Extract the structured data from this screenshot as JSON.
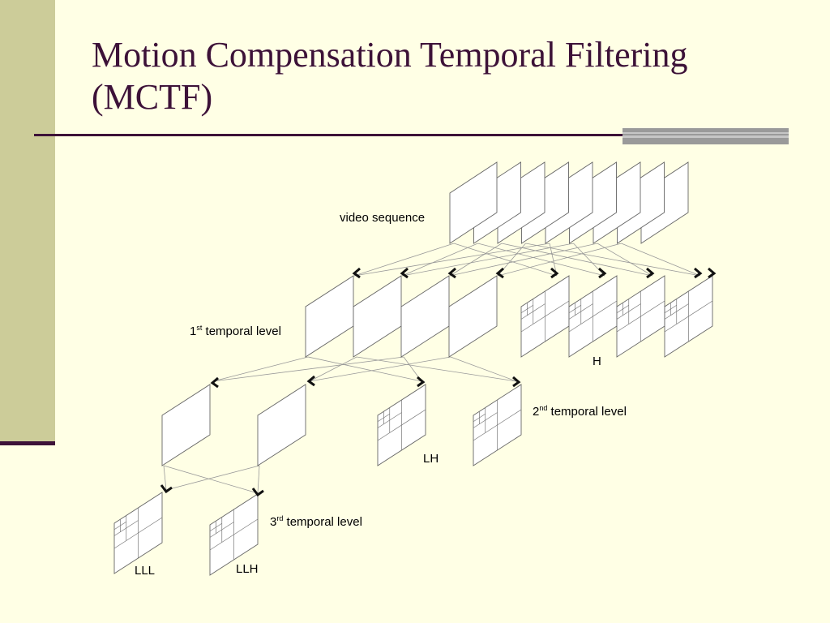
{
  "slide": {
    "title": "Motion Compensation Temporal Filtering (MCTF)"
  },
  "diagram": {
    "labels": {
      "video_sequence": "video sequence",
      "level1": {
        "ordinal": "1",
        "suffix": "st",
        "text": " temporal level"
      },
      "level2": {
        "ordinal": "2",
        "suffix": "nd",
        "text": " temporal level"
      },
      "level3": {
        "ordinal": "3",
        "suffix": "rd",
        "text": " temporal level"
      },
      "h": "H",
      "lh": "LH",
      "lll": "LLL",
      "llh": "LLH"
    }
  },
  "colors": {
    "background": "#ffffe5",
    "sidebar": "#cccc99",
    "title": "#3d1238",
    "accent_bar": "#9a9a9a"
  }
}
